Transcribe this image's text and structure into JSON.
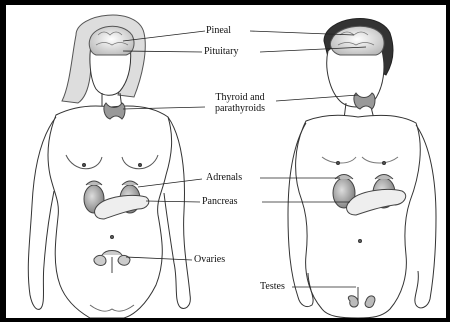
{
  "labels": {
    "pineal": "Pineal",
    "pituitary": "Pituitary",
    "thyroid_line1": "Thyroid and",
    "thyroid_line2": "parathyroids",
    "adrenals": "Adrenals",
    "pancreas": "Pancreas",
    "ovaries": "Ovaries",
    "testes": "Testes"
  },
  "colors": {
    "frame": "#000000",
    "background": "#ffffff",
    "line": "#222222"
  }
}
